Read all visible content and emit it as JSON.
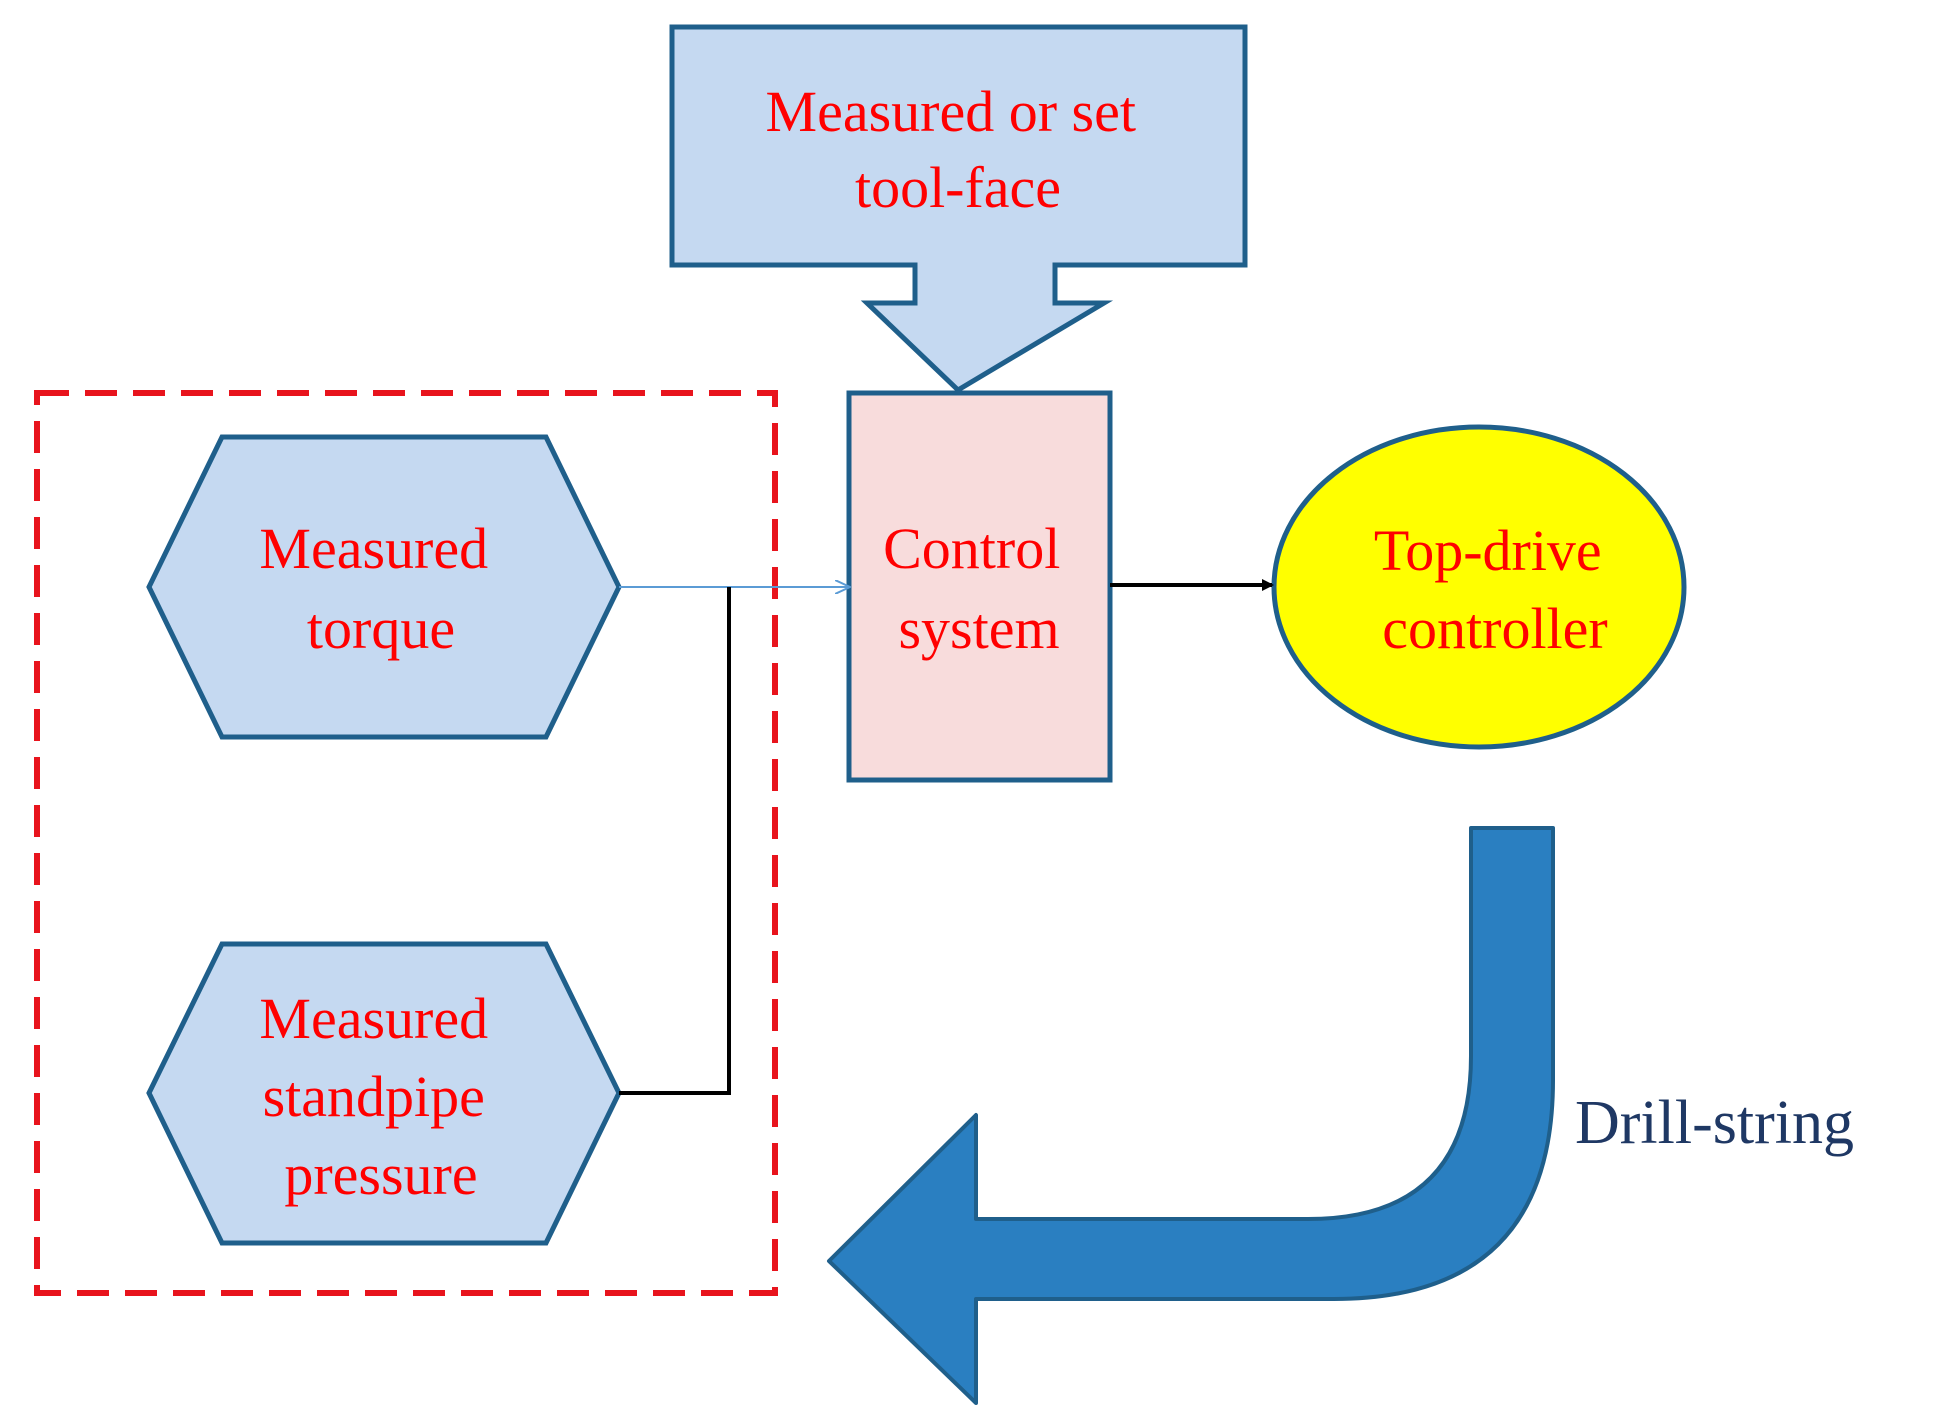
{
  "nodes": {
    "tool_face": {
      "lines": [
        "Measured or set",
        "tool-face"
      ]
    },
    "control_system": {
      "lines": [
        "Control",
        "system"
      ]
    },
    "top_drive": {
      "lines": [
        "Top-drive",
        "controller"
      ]
    },
    "measured_torque": {
      "lines": [
        "Measured",
        "torque"
      ]
    },
    "measured_pressure": {
      "lines": [
        "Measured",
        "standpipe",
        "pressure"
      ]
    }
  },
  "drill_string": {
    "label": "Drill-string"
  },
  "colors": {
    "label_red": "#ff0000",
    "box_blue_fill": "#c5d9f1",
    "box_blue_stroke": "#1f5f8b",
    "control_fill": "#f8dcdc",
    "top_drive_fill": "#ffff00",
    "drill_arrow": "#2a7fc1",
    "drill_label": "#1f3864",
    "dashed_border": "#e8141d"
  }
}
